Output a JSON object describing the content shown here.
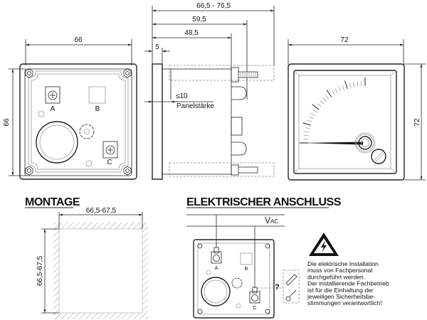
{
  "back_view": {
    "width_dim": "66",
    "height_dim": "66",
    "terminal_a": "A",
    "terminal_b": "B",
    "terminal_c": "C"
  },
  "side_view": {
    "dim_total": "66,5 - 76,5",
    "dim_bolt": "59,5",
    "dim_body": "48,5",
    "dim_bezel": "5",
    "panel_max": "≤10",
    "panel_label": "Panelstärke"
  },
  "front_view": {
    "width_dim": "72",
    "height_dim": "72"
  },
  "montage": {
    "title": "MONTAGE",
    "width_dim": "66,5-67,5",
    "height_dim": "66,5-67,5"
  },
  "anschluss": {
    "title": "ELEKTRISCHER ANSCHLUSS",
    "supply_label": "V",
    "supply_sub": "AC",
    "terminal_a": "A",
    "terminal_b": "B",
    "terminal_c": "C",
    "question": "?",
    "warning_lines": [
      "Die elektrische Installation",
      "muss von Fachpersonal",
      "durchgeführt werden.",
      "Der installierende Fachbetrieb",
      "ist für die Einhaltung der",
      "jeweiligen Sicherheitsbe-",
      "stimmungen verantwortlich!"
    ]
  }
}
